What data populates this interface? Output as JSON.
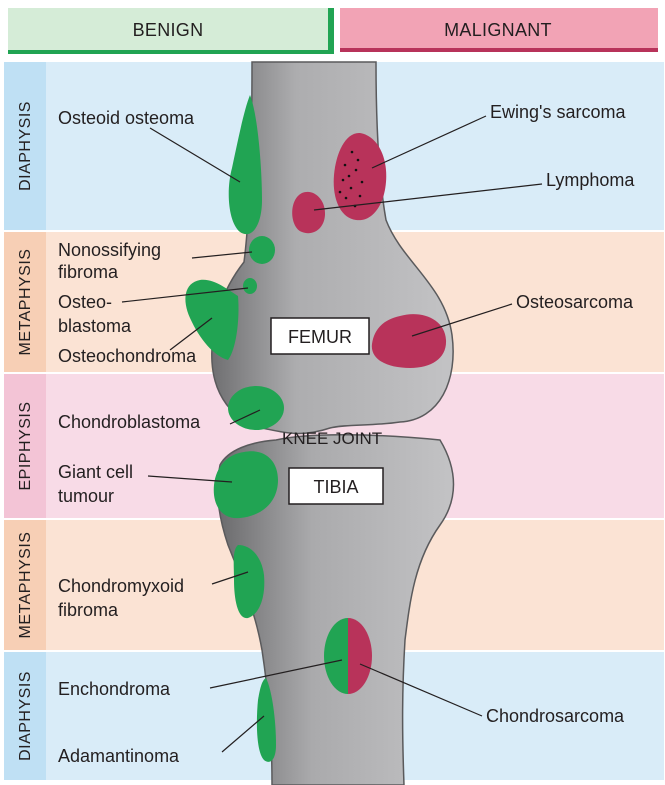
{
  "headers": {
    "benign": "BENIGN",
    "malignant": "MALIGNANT"
  },
  "zones": [
    {
      "label": "DIAPHYSIS",
      "color": "#d9ecf8"
    },
    {
      "label": "METAPHYSIS",
      "color": "#fbe3d4"
    },
    {
      "label": "EPIPHYSIS",
      "color": "#f8dbe7"
    },
    {
      "label": "METAPHYSIS",
      "color": "#fbe3d4"
    },
    {
      "label": "DIAPHYSIS",
      "color": "#d9ecf8"
    }
  ],
  "bones": {
    "femur": "FEMUR",
    "tibia": "TIBIA",
    "joint": "KNEE JOINT"
  },
  "benign_tumours": {
    "osteoid_osteoma": "Osteoid osteoma",
    "nonossifying_line1": "Nonossifying",
    "nonossifying_line2": "fibroma",
    "osteoblastoma_line1": "Osteo-",
    "osteoblastoma_line2": "blastoma",
    "osteochondroma": "Osteochondroma",
    "chondroblastoma": "Chondroblastoma",
    "giant_cell_line1": "Giant cell",
    "giant_cell_line2": "tumour",
    "chondromyxoid_line1": "Chondromyxoid",
    "chondromyxoid_line2": "fibroma",
    "enchondroma": "Enchondroma",
    "adamantinoma": "Adamantinoma"
  },
  "malignant_tumours": {
    "ewings_sarcoma": "Ewing's sarcoma",
    "lymphoma": "Lymphoma",
    "osteosarcoma": "Osteosarcoma",
    "chondrosarcoma": "Chondrosarcoma"
  },
  "colors": {
    "benign": "#21a453",
    "malignant": "#b8335a",
    "benign_header_bg": "#d5ecd7",
    "malignant_header_bg": "#f2a3b5",
    "bone_gray": "#b5b5b7"
  }
}
